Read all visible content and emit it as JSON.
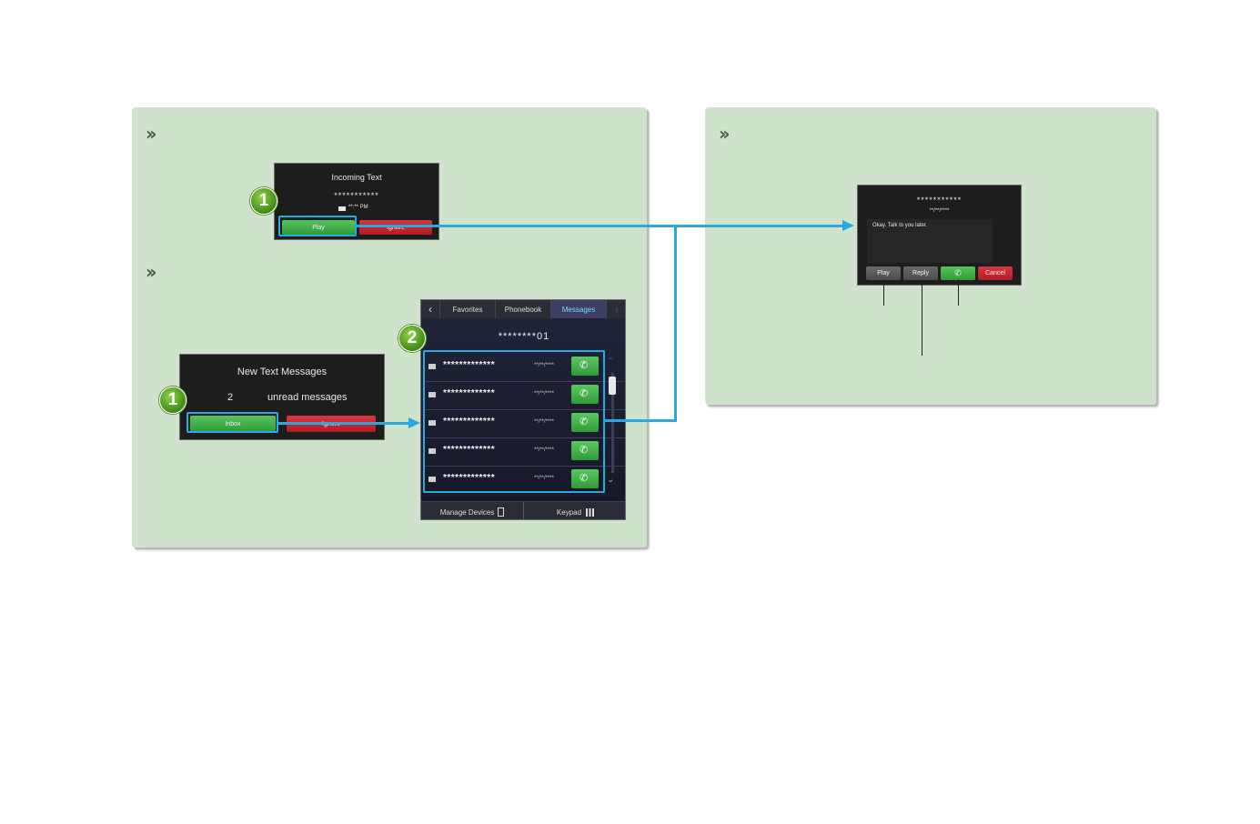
{
  "incoming_text": {
    "title": "Incoming Text",
    "sender": "***********",
    "time": "**:** PM",
    "play_label": "Play",
    "ignore_label": "Ignore"
  },
  "new_messages": {
    "title": "New Text Messages",
    "count": "2",
    "unread_label": "unread messages",
    "inbox_label": "Inbox",
    "ignore_label": "Ignore"
  },
  "messages_screen": {
    "tabs": [
      "Favorites",
      "Phonebook",
      "Messages"
    ],
    "active_tab": "Messages",
    "contact": "********01",
    "rows": [
      {
        "name": "*************",
        "date": "**/**/****"
      },
      {
        "name": "*************",
        "date": "**/**/****"
      },
      {
        "name": "*************",
        "date": "**/**/****"
      },
      {
        "name": "*************",
        "date": "**/**/****"
      },
      {
        "name": "*************",
        "date": "**/**/****"
      }
    ],
    "manage_devices_label": "Manage Devices",
    "keypad_label": "Keypad"
  },
  "message_detail": {
    "sender": "***********",
    "date": "**/**/****",
    "body": "Okay. Talk to you later.",
    "play_label": "Play",
    "reply_label": "Reply",
    "cancel_label": "Cancel"
  },
  "badges": {
    "step1": "1",
    "step2": "2"
  },
  "colors": {
    "panel": "#cfe3cc",
    "highlight": "#29abe2",
    "green": "#3fae45",
    "red": "#c4262e"
  }
}
